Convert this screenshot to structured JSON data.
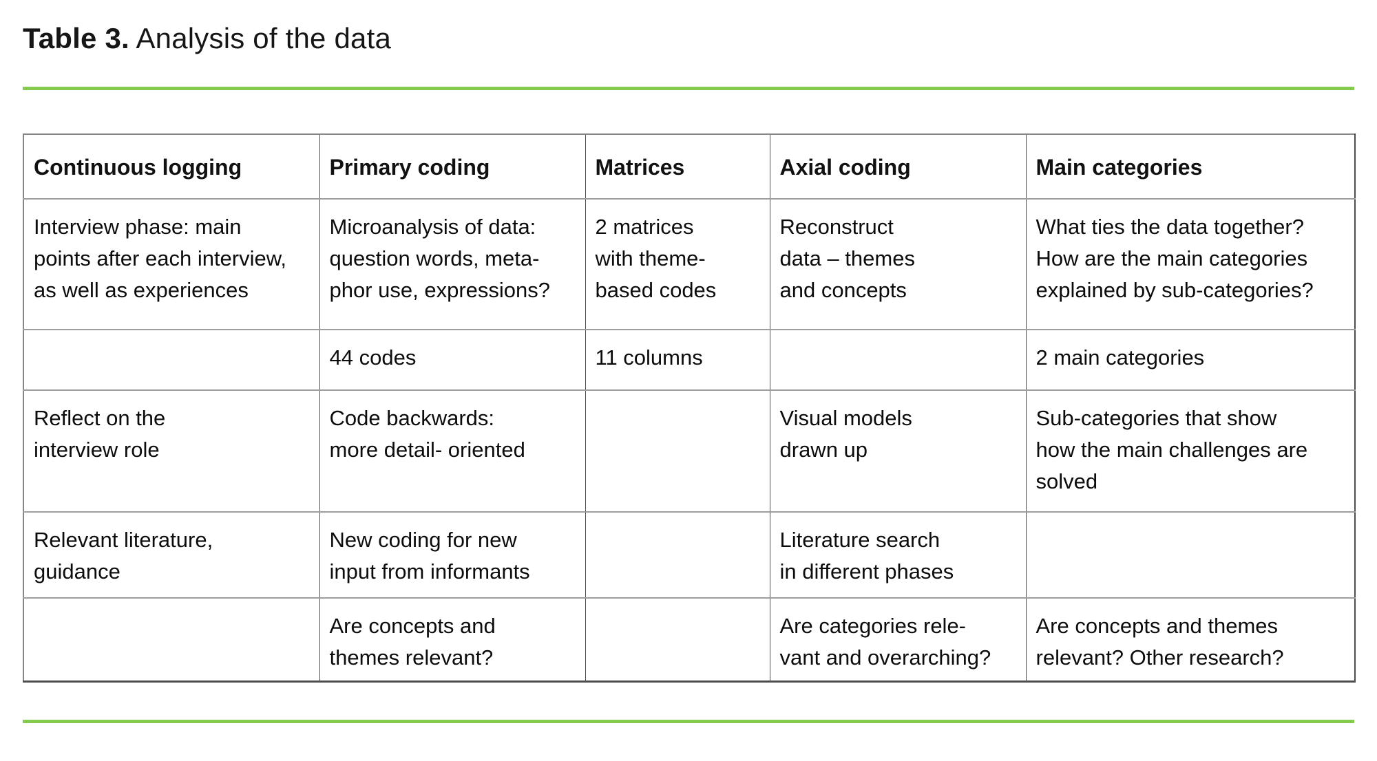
{
  "title": {
    "prefix": "Table 3.",
    "text": " Analysis of the data"
  },
  "accent_color": "#86ca50",
  "table": {
    "headers": [
      "Continuous logging",
      "Primary coding",
      "Matrices",
      "Axial coding",
      "Main categories"
    ],
    "rows": [
      [
        "Interview phase: main\npoints after each interview,\nas well as experiences",
        "Microanalysis of data:\nquestion words, meta-\nphor use, expressions?",
        "2 matrices\nwith theme-\nbased codes",
        "Reconstruct\ndata – themes\nand concepts",
        "What ties the data together?\nHow are the main categories\nexplained by sub-categories?"
      ],
      [
        "",
        "44 codes",
        "11 columns",
        "",
        "2 main categories"
      ],
      [
        "Reflect on the\ninterview role",
        "Code backwards:\nmore detail- oriented",
        "",
        "Visual models\ndrawn up",
        "Sub-categories that show\nhow the main challenges are\nsolved"
      ],
      [
        "Relevant literature,\nguidance",
        "New coding for new\ninput from informants",
        "",
        "Literature search\nin different phases",
        ""
      ],
      [
        "",
        "Are concepts and\nthemes relevant?",
        "",
        "Are categories rele-\nvant and overarching?",
        "Are concepts and themes\nrelevant? Other research?"
      ]
    ]
  }
}
